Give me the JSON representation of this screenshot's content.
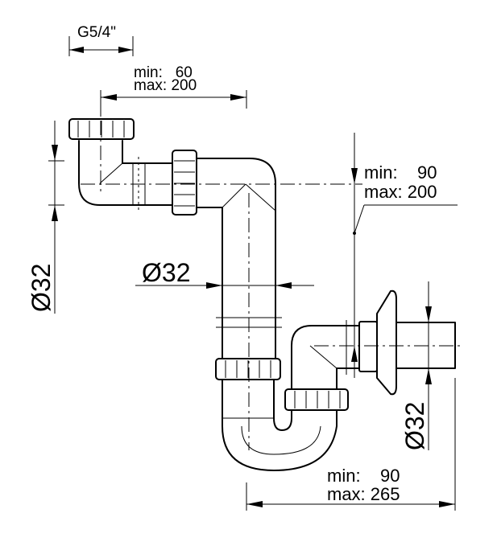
{
  "dimensions": {
    "thread": "G5/4\"",
    "inlet_offset_min": "min:   60",
    "inlet_offset_max": "max: 200",
    "height_min": "min:    90",
    "height_max": "max: 200",
    "pipe_diameter": "Ø32",
    "inlet_diameter": "Ø32",
    "outlet_diameter": "Ø32",
    "outlet_length_min": "min:    90",
    "outlet_length_max": "max: 265"
  },
  "colors": {
    "line": "#000000",
    "background": "#ffffff"
  }
}
